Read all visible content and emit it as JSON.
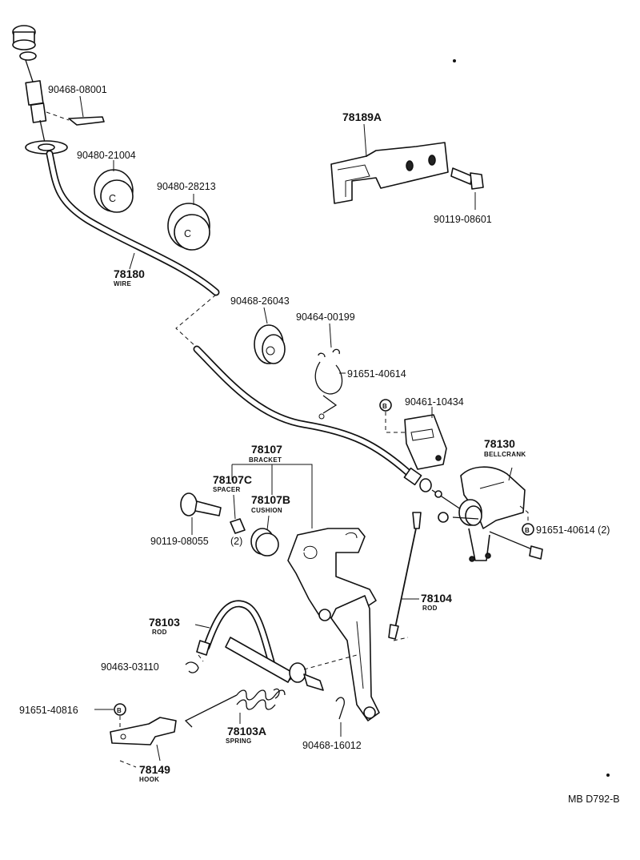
{
  "diagram_code": "MB D792-B",
  "parts": {
    "p90468_08001": "90468-08001",
    "p90480_21004": "90480-21004",
    "p90480_28213": "90480-28213",
    "p78180": "78180",
    "p78180_sub": "WIRE",
    "p78189A": "78189A",
    "p90119_08601": "90119-08601",
    "p90468_26043": "90468-26043",
    "p90464_00199": "90464-00199",
    "p91651_40614": "91651-40614",
    "p90461_10434": "90461-10434",
    "p78130": "78130",
    "p78130_sub": "BELLCRANK",
    "p91651_40614_2": "91651-40614 (2)",
    "p78107": "78107",
    "p78107_sub": "BRACKET",
    "p78107C": "78107C",
    "p78107C_sub": "SPACER",
    "p78107B": "78107B",
    "p78107B_sub": "CUSHION",
    "p90119_08055": "90119-08055",
    "qty_2": "(2)",
    "p78104": "78104",
    "p78104_sub": "ROD",
    "p78103": "78103",
    "p78103_sub": "ROD",
    "p90463_03110": "90463-03110",
    "p91651_40816": "91651-40816",
    "p78103A": "78103A",
    "p78103A_sub": "SPRING",
    "p90468_16012": "90468-16012",
    "p78149": "78149",
    "p78149_sub": "HOOK"
  },
  "markers": {
    "b_letter": "B",
    "c_letter": "C"
  }
}
